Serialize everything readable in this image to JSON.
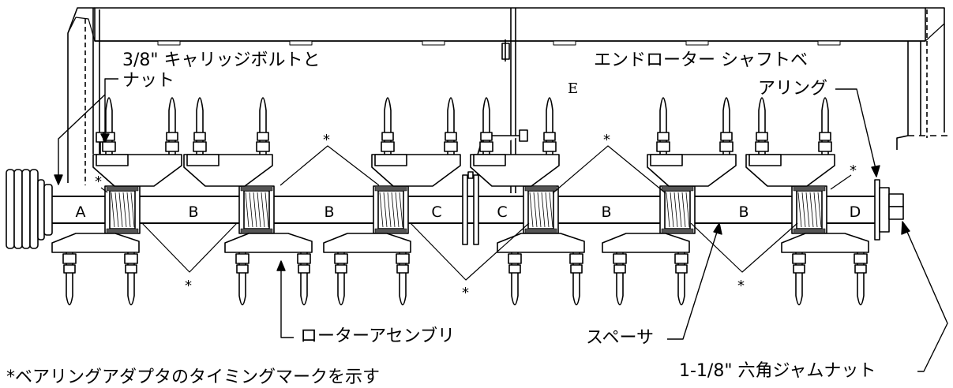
{
  "callouts": {
    "carriage_bolt_line1": "3/8\" キャリッジボルトと",
    "carriage_bolt_line2": "ナット",
    "end_rotor_bearing_line1": "エンドローター シャフトベ",
    "end_rotor_bearing_line2": "アリング",
    "rotor_assembly": "ローターアセンブリ",
    "spacer": "スペーサ",
    "jam_nut": "1-1/8\" 六角ジャムナット",
    "footnote": "*ベアリングアダプタのタイミングマークを示す"
  },
  "frame_label": "E",
  "segment_labels": [
    "A",
    "B",
    "B",
    "C",
    "C",
    "B",
    "B",
    "D"
  ],
  "timing_mark": "*"
}
